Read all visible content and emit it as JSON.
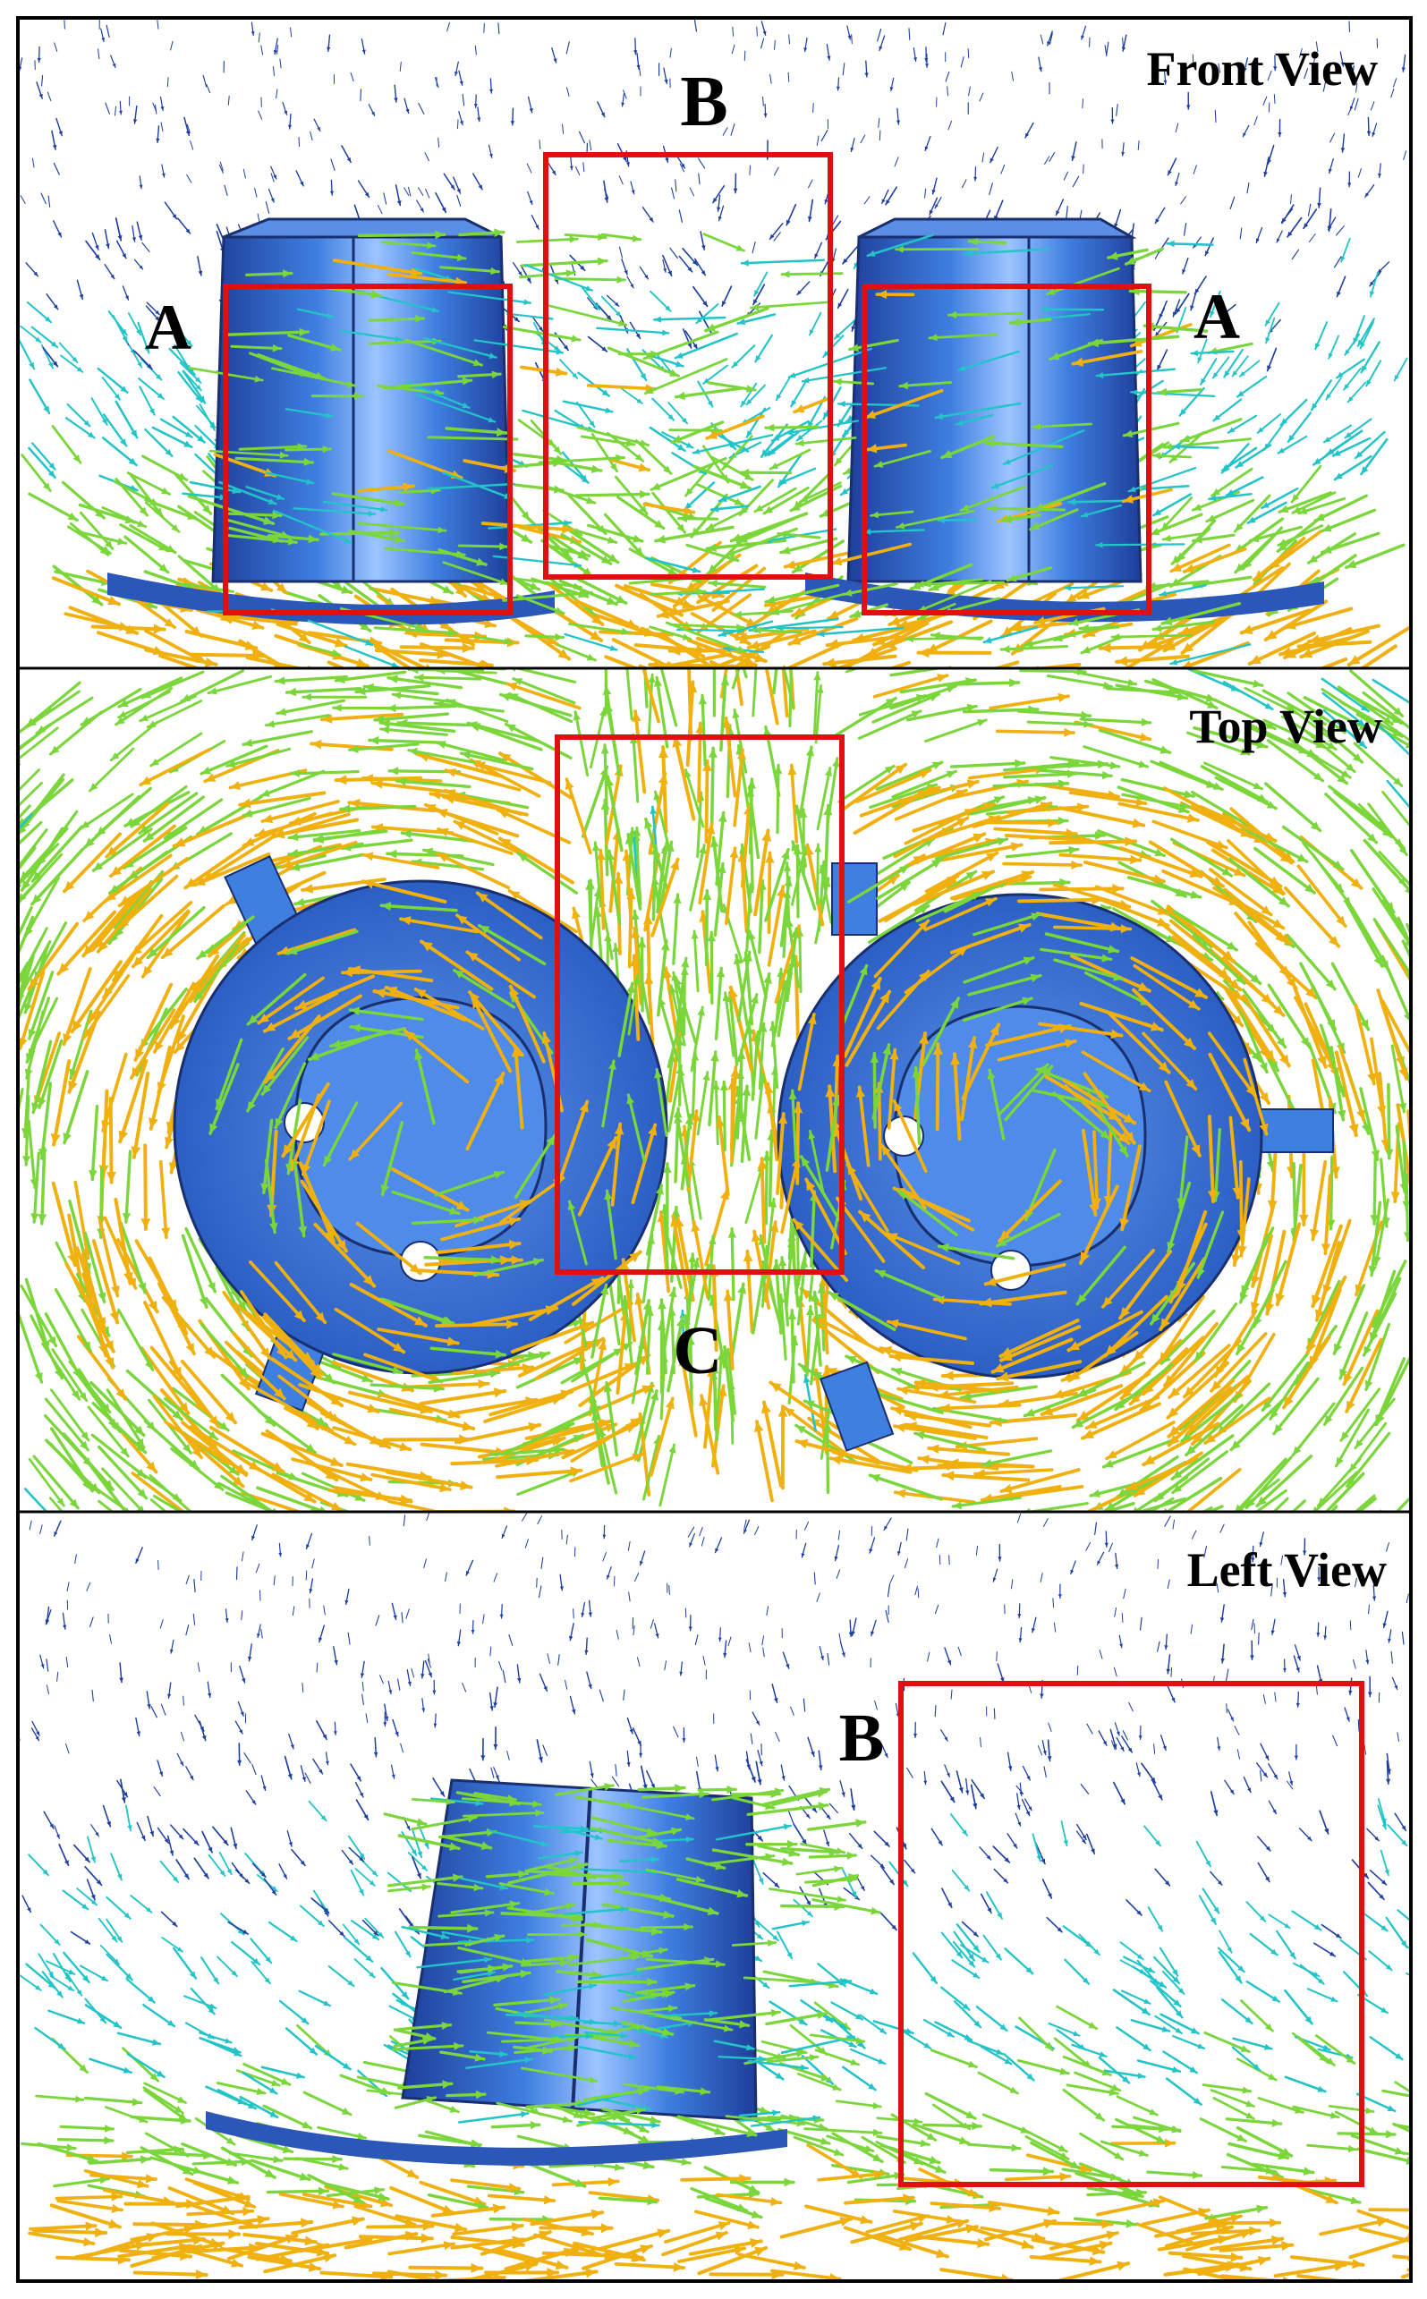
{
  "panels": [
    {
      "id": "front",
      "title": "Front View",
      "labels": [
        "A",
        "B",
        "A"
      ]
    },
    {
      "id": "top",
      "title": "Top View",
      "labels": [
        "C"
      ]
    },
    {
      "id": "left",
      "title": "Left View",
      "labels": [
        "B"
      ]
    }
  ],
  "colors": {
    "frame": "#000000",
    "highlight_box": "#e01010",
    "turbine_body": "#3f7fe0",
    "turbine_shadow": "#1e3f9a",
    "turbine_light": "#9cc4ff",
    "vector_low": "#1f3fa0",
    "vector_mid": "#22c4c8",
    "vector_high": "#7ad63a",
    "vector_peak": "#f0b010"
  }
}
